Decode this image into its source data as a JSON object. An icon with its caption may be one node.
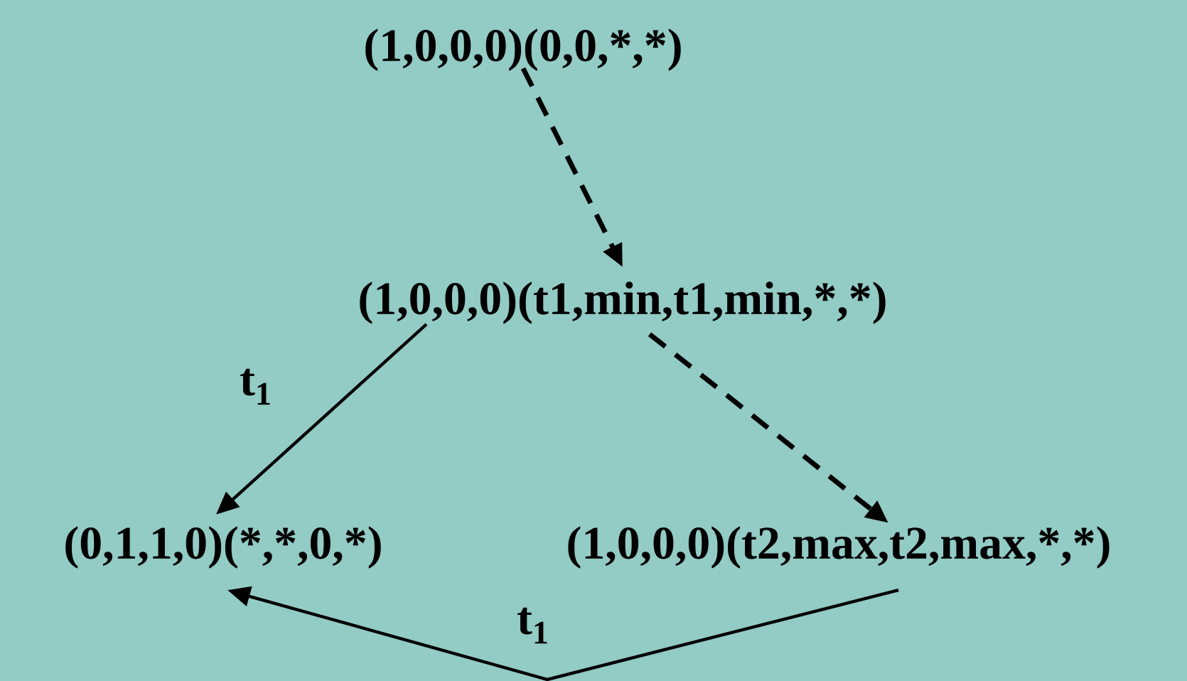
{
  "diagram": {
    "nodes": [
      {
        "text": [
          "(1,0,0,0)(0,0,*,*)"
        ]
      },
      {
        "text": [
          "(1,0,0,0)(t1,min,t1,min,*,*)"
        ]
      },
      {
        "text": [
          "(0,1,1,0)(*,*,0,*)"
        ]
      },
      {
        "text": [
          "(1,0,0,0)(t2,max,t2,max,*,*)"
        ]
      }
    ],
    "edges": [
      {
        "from": 0,
        "to": 1,
        "arrow": "to",
        "style": "dashed"
      },
      {
        "from": 1,
        "to": 2,
        "arrow": "to",
        "label": "t$_{1}$"
      },
      {
        "from": 1,
        "to": 3,
        "arrow": "to",
        "style": "dashed"
      },
      {
        "from": 3,
        "to": 2,
        "arrow": "to",
        "label": "t$_{1}$"
      }
    ]
  }
}
